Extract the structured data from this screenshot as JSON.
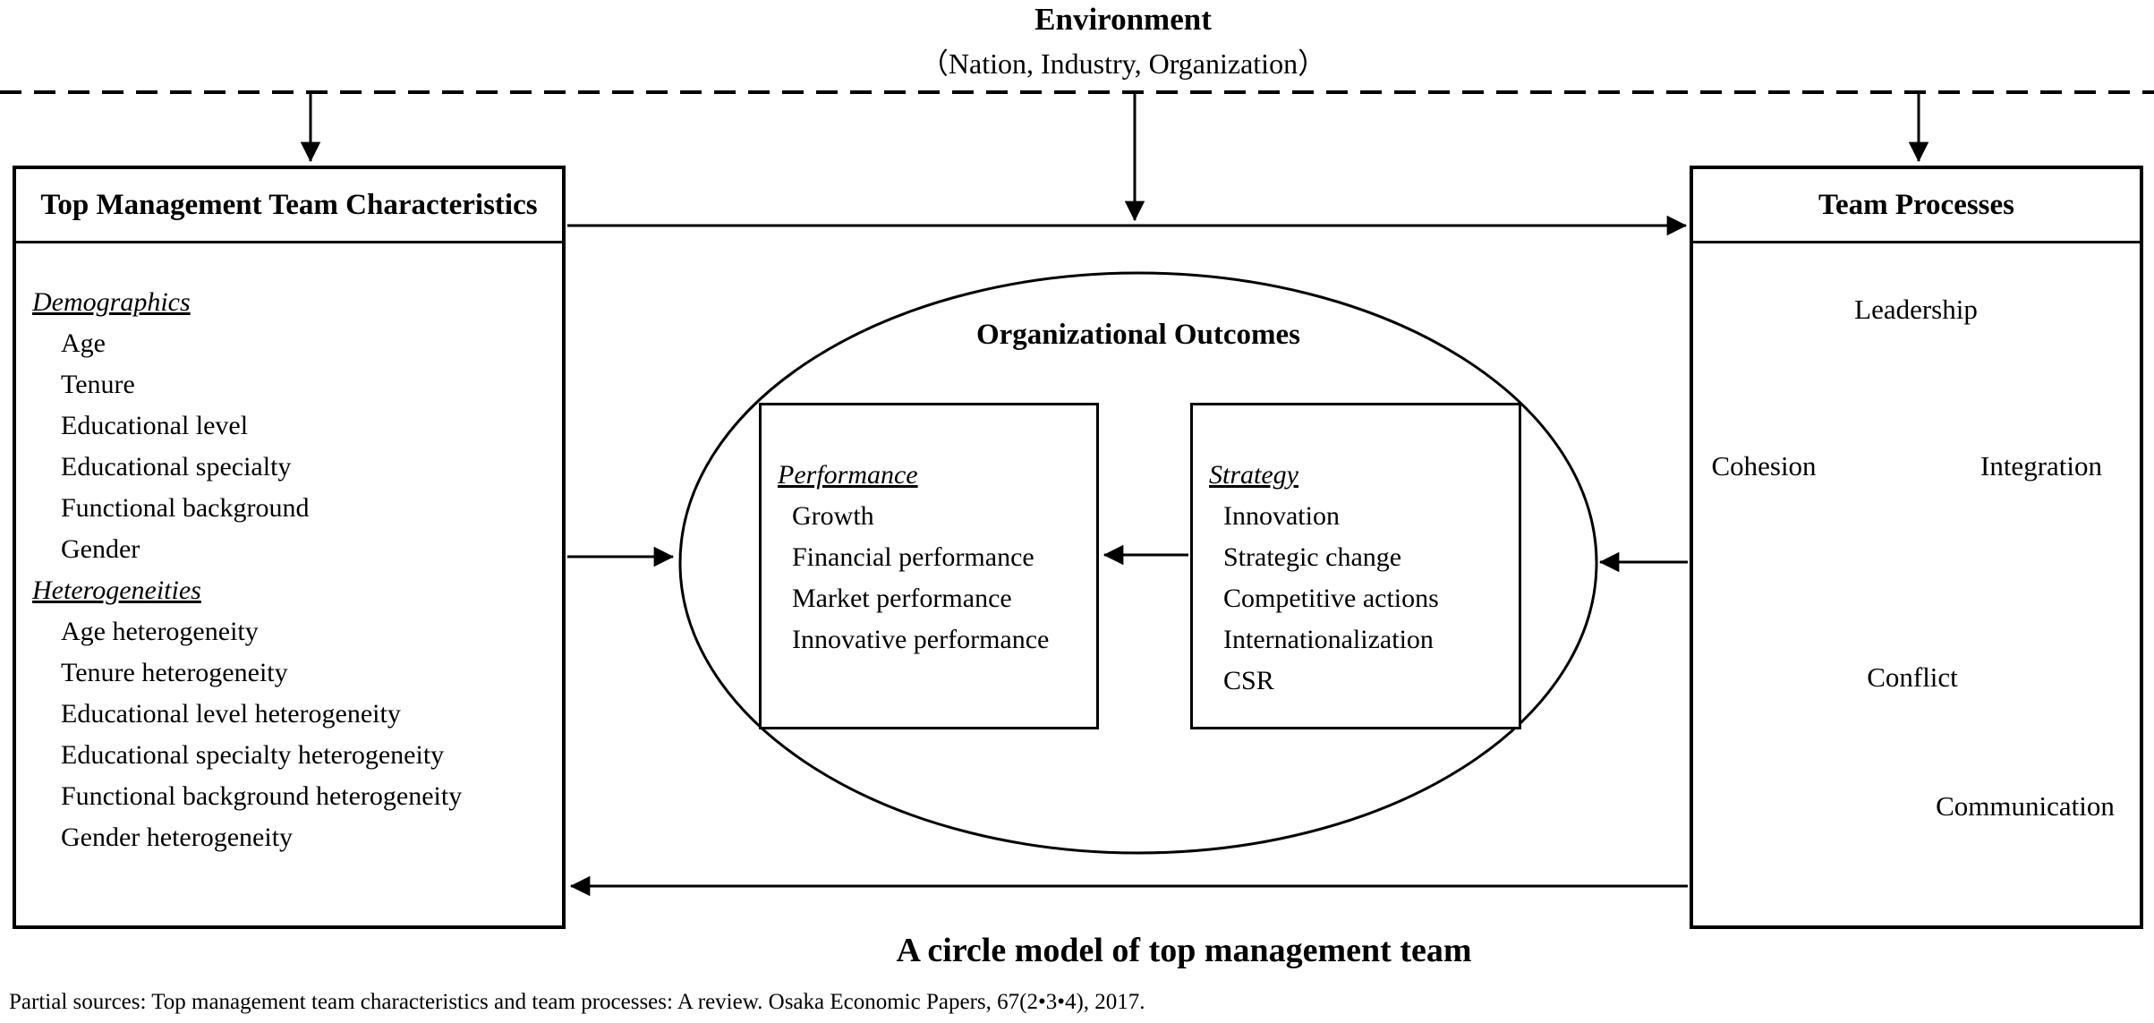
{
  "colors": {
    "ink": "#000000",
    "paper": "#ffffff"
  },
  "environment": {
    "title": "Environment",
    "subtitle": "（Nation, Industry, Organization）"
  },
  "tmt_box": {
    "title": "Top Management Team Characteristics",
    "sections": [
      {
        "heading": "Demographics",
        "items": [
          "Age",
          "Tenure",
          "Educational level",
          "Educational specialty",
          "Functional background",
          "Gender"
        ]
      },
      {
        "heading": "Heterogeneities",
        "items": [
          "Age heterogeneity",
          "Tenure heterogeneity",
          "Educational level heterogeneity",
          "Educational specialty heterogeneity",
          "Functional background heterogeneity",
          "Gender heterogeneity"
        ]
      }
    ]
  },
  "outcomes": {
    "title": "Organizational Outcomes",
    "performance": {
      "heading": "Performance",
      "items": [
        "Growth",
        "Financial performance",
        "Market performance",
        "Innovative performance"
      ]
    },
    "strategy": {
      "heading": "Strategy",
      "items": [
        "Innovation",
        "Strategic change",
        "Competitive actions",
        "Internationalization",
        "CSR"
      ]
    }
  },
  "team_box": {
    "title": "Team Processes",
    "nodes": {
      "leadership": "Leadership",
      "cohesion": "Cohesion",
      "integration": "Integration",
      "conflict": "Conflict",
      "communication": "Communication"
    }
  },
  "caption": "A circle model of top management team",
  "source": "Partial sources: Top management team characteristics and team processes: A review. Osaka Economic Papers, 67(2•3•4), 2017."
}
